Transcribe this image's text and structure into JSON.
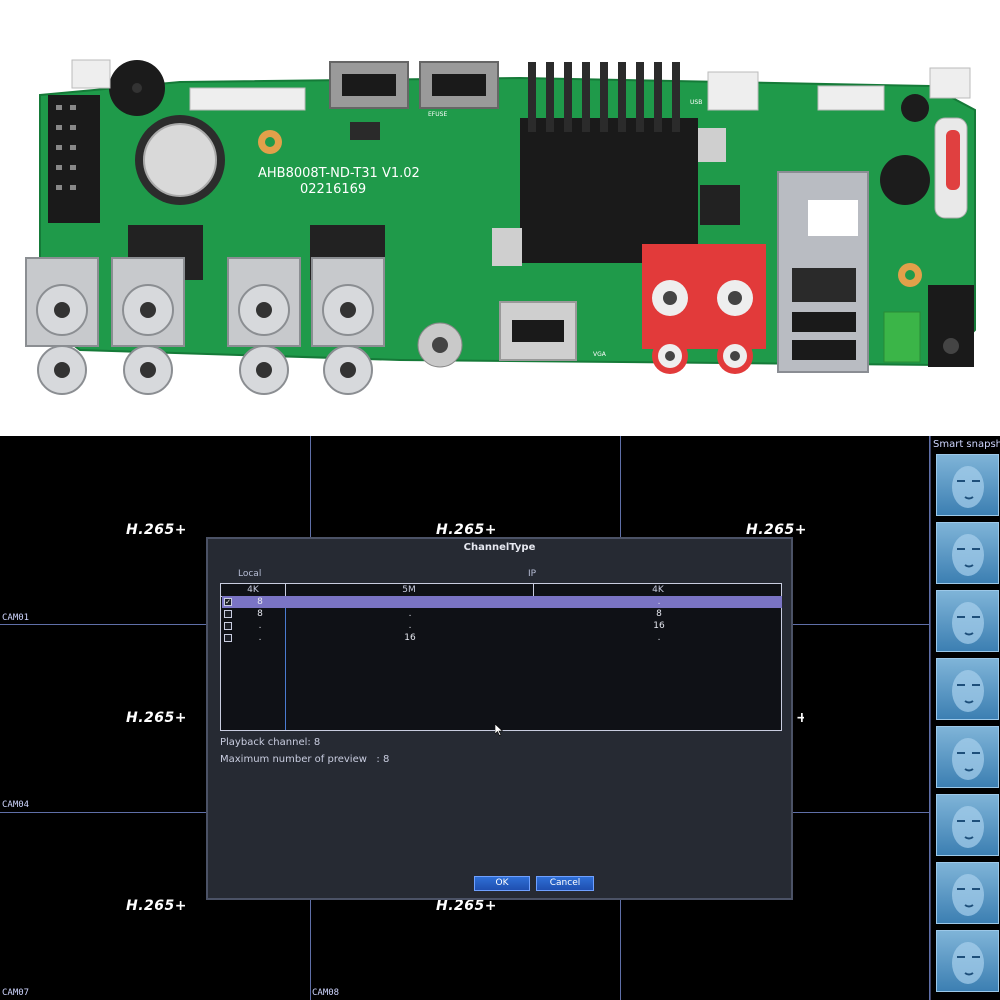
{
  "photo": {
    "board_silk_model": "AHB8008T-ND-T31  V1.02",
    "board_silk_serial": "02216169",
    "silk_efuse": "EFUSE",
    "silk_vga": "VGA",
    "silk_usb": "USB"
  },
  "dvr": {
    "codec_label": "H.265+",
    "cam_labels": [
      "CAM01",
      "CAM04",
      "CAM07",
      "CAM08"
    ],
    "side_panel_title": "Smart snapsho",
    "colors": {
      "accent": "#2f6fd6",
      "grid": "#5f6fa8",
      "selected_row": "#7a74c4"
    }
  },
  "dialog": {
    "title": "ChannelType",
    "group_local": "Local",
    "group_ip": "IP",
    "columns": [
      "4K",
      "5M",
      "4K"
    ],
    "rows": [
      {
        "checked": true,
        "local": "8",
        "ip5m": "",
        "ip4k": "."
      },
      {
        "checked": false,
        "local": "8",
        "ip5m": ".",
        "ip4k": "8"
      },
      {
        "checked": false,
        "local": ".",
        "ip5m": ".",
        "ip4k": "16"
      },
      {
        "checked": false,
        "local": ".",
        "ip5m": "16",
        "ip4k": "."
      }
    ],
    "playback_channel": "Playback channel: 8",
    "max_preview": "Maximum number of preview   : 8",
    "ok_label": "OK",
    "cancel_label": "Cancel"
  }
}
